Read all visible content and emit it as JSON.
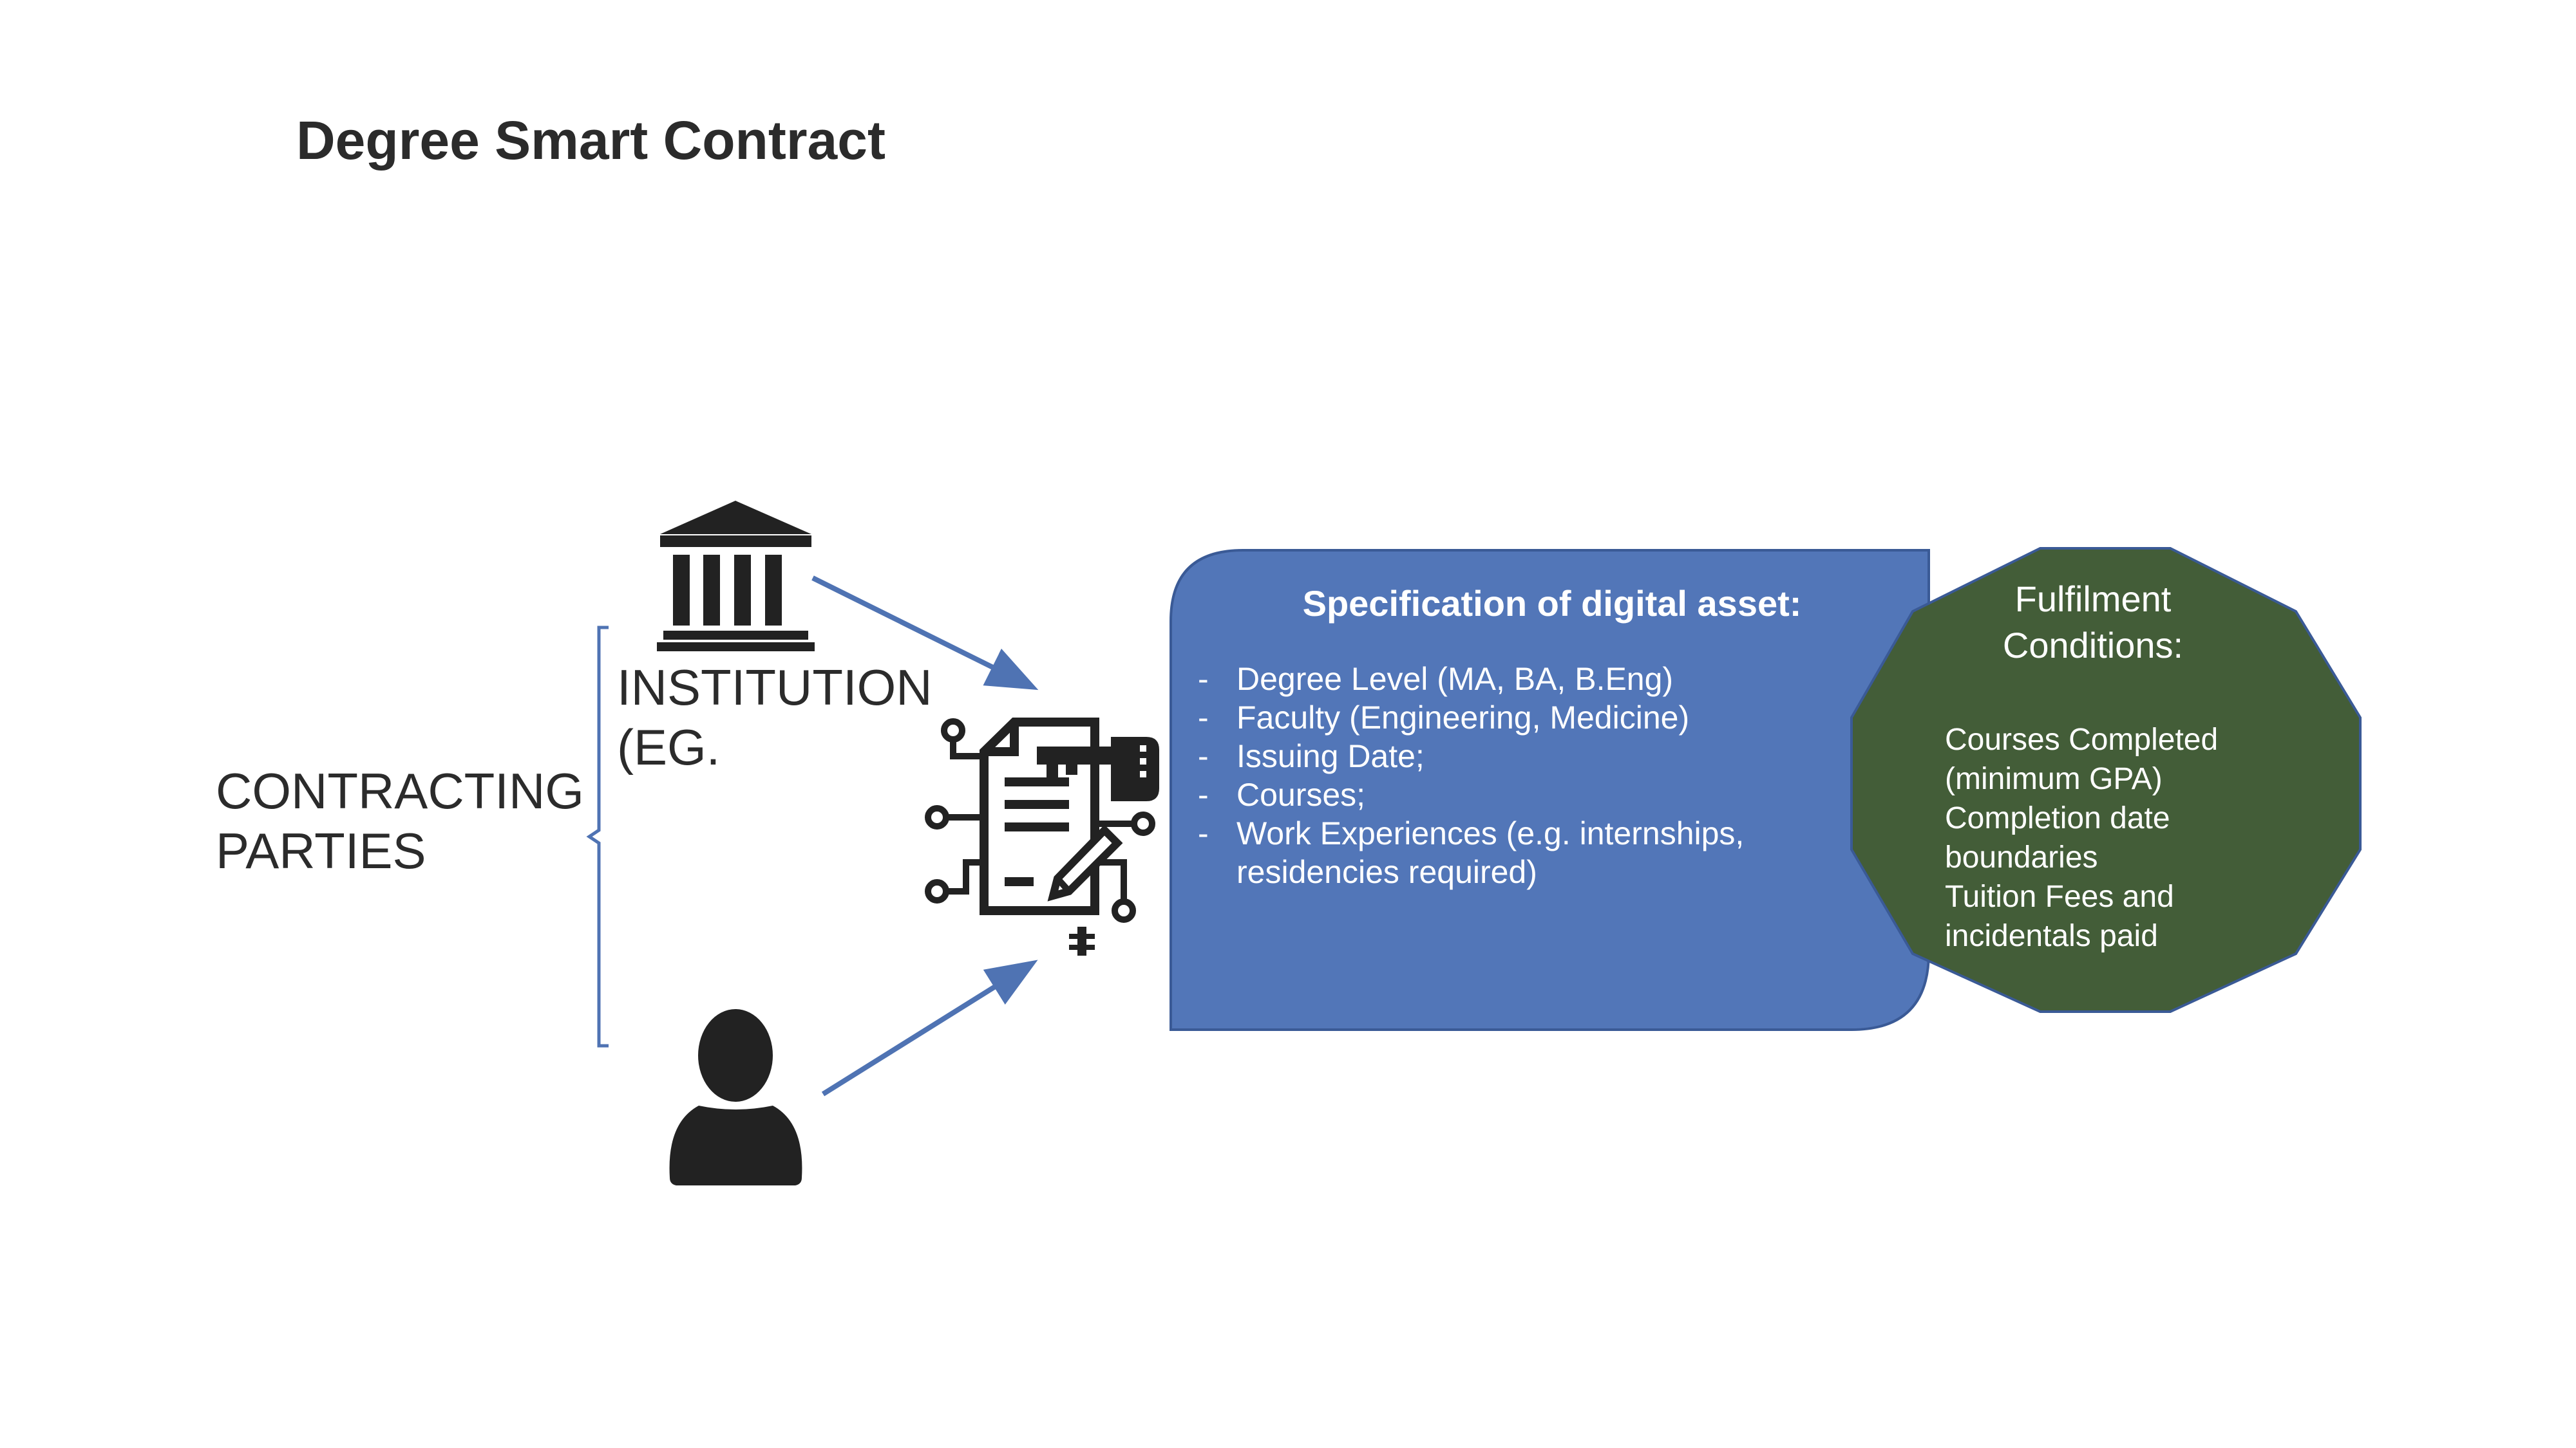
{
  "title": "Degree Smart Contract",
  "parties": {
    "group_label_line1": "CONTRACTING",
    "group_label_line2": "PARTIES",
    "institution_line1": "INSTITUTION",
    "institution_line2": "(EG.",
    "institution_icon": "bank-icon",
    "person_icon": "user-icon"
  },
  "contract_icon": "smart-contract-icon",
  "spec": {
    "heading": "Specification of digital asset:",
    "items": [
      {
        "lines": [
          "Degree Level (MA, BA, B.Eng)"
        ]
      },
      {
        "lines": [
          "Faculty (Engineering, Medicine)"
        ]
      },
      {
        "lines": [
          "Issuing Date;"
        ]
      },
      {
        "lines": [
          "Courses;"
        ]
      },
      {
        "lines": [
          "Work Experiences (e.g. internships,",
          "residencies required)"
        ]
      }
    ]
  },
  "fulfilment": {
    "heading_line1": "Fulfilment",
    "heading_line2": "Conditions:",
    "lines": [
      "Courses Completed",
      "(minimum GPA)",
      "Completion date",
      "boundaries",
      "Tuition Fees and",
      "incidentals paid"
    ]
  },
  "colors": {
    "spec_fill": "#5276b8",
    "spec_stroke": "#3a5a96",
    "fulfil_fill": "#435d38",
    "fulfil_stroke": "#3a5a96",
    "arrow": "#4f73b3",
    "bracket": "#4f73b3",
    "icon": "#222222"
  }
}
